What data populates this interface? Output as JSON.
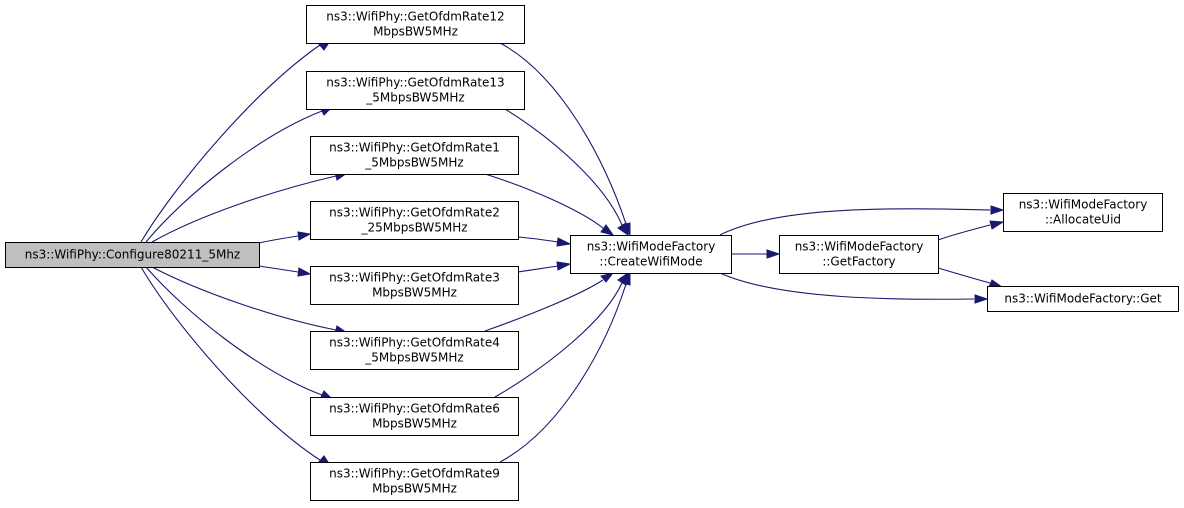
{
  "diagram": {
    "type": "call-graph",
    "edge_color": "#191970",
    "root_fill": "#bfbfbf",
    "node_fill": "#ffffff",
    "nodes": [
      {
        "id": "configure",
        "lines": [
          "ns3::WifiPhy::Configure80211_5Mhz"
        ],
        "root": true
      },
      {
        "id": "r12",
        "lines": [
          "ns3::WifiPhy::GetOfdmRate12",
          "MbpsBW5MHz"
        ]
      },
      {
        "id": "r13_5",
        "lines": [
          "ns3::WifiPhy::GetOfdmRate13",
          "_5MbpsBW5MHz"
        ]
      },
      {
        "id": "r1_5",
        "lines": [
          "ns3::WifiPhy::GetOfdmRate1",
          "_5MbpsBW5MHz"
        ]
      },
      {
        "id": "r2_25",
        "lines": [
          "ns3::WifiPhy::GetOfdmRate2",
          "_25MbpsBW5MHz"
        ]
      },
      {
        "id": "r3",
        "lines": [
          "ns3::WifiPhy::GetOfdmRate3",
          "MbpsBW5MHz"
        ]
      },
      {
        "id": "r4_5",
        "lines": [
          "ns3::WifiPhy::GetOfdmRate4",
          "_5MbpsBW5MHz"
        ]
      },
      {
        "id": "r6",
        "lines": [
          "ns3::WifiPhy::GetOfdmRate6",
          "MbpsBW5MHz"
        ]
      },
      {
        "id": "r9",
        "lines": [
          "ns3::WifiPhy::GetOfdmRate9",
          "MbpsBW5MHz"
        ]
      },
      {
        "id": "create",
        "lines": [
          "ns3::WifiModeFactory",
          "::CreateWifiMode"
        ]
      },
      {
        "id": "getfactory",
        "lines": [
          "ns3::WifiModeFactory",
          "::GetFactory"
        ]
      },
      {
        "id": "allocate",
        "lines": [
          "ns3::WifiModeFactory",
          "::AllocateUid"
        ]
      },
      {
        "id": "get",
        "lines": [
          "ns3::WifiModeFactory::Get"
        ]
      }
    ],
    "edges": [
      {
        "from": "configure",
        "to": "r12"
      },
      {
        "from": "configure",
        "to": "r13_5"
      },
      {
        "from": "configure",
        "to": "r1_5"
      },
      {
        "from": "configure",
        "to": "r2_25"
      },
      {
        "from": "configure",
        "to": "r3"
      },
      {
        "from": "configure",
        "to": "r4_5"
      },
      {
        "from": "configure",
        "to": "r6"
      },
      {
        "from": "configure",
        "to": "r9"
      },
      {
        "from": "r12",
        "to": "create"
      },
      {
        "from": "r13_5",
        "to": "create"
      },
      {
        "from": "r1_5",
        "to": "create"
      },
      {
        "from": "r2_25",
        "to": "create"
      },
      {
        "from": "r3",
        "to": "create"
      },
      {
        "from": "r4_5",
        "to": "create"
      },
      {
        "from": "r6",
        "to": "create"
      },
      {
        "from": "r9",
        "to": "create"
      },
      {
        "from": "create",
        "to": "allocate"
      },
      {
        "from": "create",
        "to": "getfactory"
      },
      {
        "from": "create",
        "to": "get"
      },
      {
        "from": "getfactory",
        "to": "allocate"
      },
      {
        "from": "getfactory",
        "to": "get"
      }
    ]
  }
}
